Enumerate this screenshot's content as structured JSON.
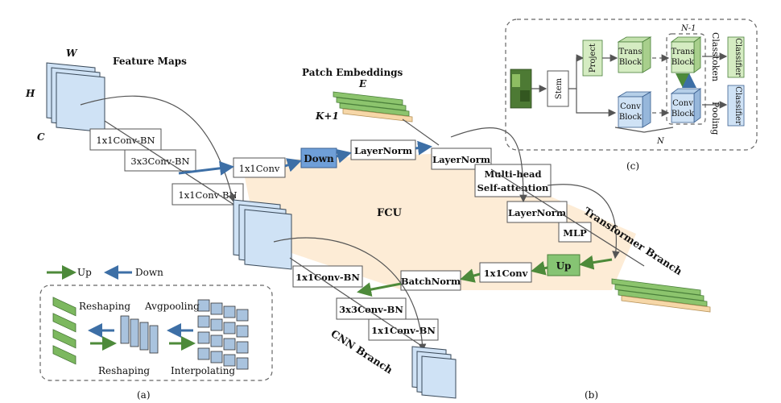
{
  "left_branch": {
    "w_label": "W",
    "h_label": "H",
    "c_label": "C",
    "feature_maps": "Feature Maps",
    "conv1": "1x1Conv-BN",
    "conv3": "3x3Conv-BN",
    "conv1b": "1x1Conv-BN"
  },
  "fcu": {
    "label": "FCU",
    "conv_down": "1x1Conv",
    "down": "Down",
    "layernorm": "LayerNorm",
    "up": "Up",
    "conv_up": "1x1Conv",
    "batchnorm": "BatchNorm"
  },
  "transformer": {
    "patch_embeddings": "Patch Embeddings",
    "e_label": "E",
    "k_label": "K+1",
    "layernorm1": "LayerNorm",
    "mhsa_line1": "Multi-head",
    "mhsa_line2": "Self-attention",
    "layernorm2": "LayerNorm",
    "mlp": "MLP",
    "branch": "Transformer Branch"
  },
  "cnn": {
    "conv1": "1x1Conv-BN",
    "conv3": "3x3Conv-BN",
    "conv1b": "1x1Conv-BN",
    "branch": "CNN Branch"
  },
  "legend": {
    "up": "Up",
    "down": "Down",
    "reshaping_top": "Reshaping",
    "avgpooling": "Avgpooling",
    "reshaping_bottom": "Reshaping",
    "interpolating": "Interpolating",
    "caption_a": "(a)"
  },
  "caption_b": "(b)",
  "panel_c": {
    "stem": "Stem",
    "project": "Project",
    "trans_block_1": "Trans",
    "trans_block_2": "Block",
    "conv_block_1": "Conv",
    "conv_block_2": "Block",
    "n_minus_1": "N-1",
    "n": "N",
    "classtoken": "Classtoken",
    "pooling": "Pooling",
    "classifier": "Classifier",
    "caption_c": "(c)"
  },
  "colors": {
    "blue_arrow": "#3d6fa6",
    "green_arrow": "#4d8a3a",
    "fcu_bg": "#fde9cf"
  }
}
